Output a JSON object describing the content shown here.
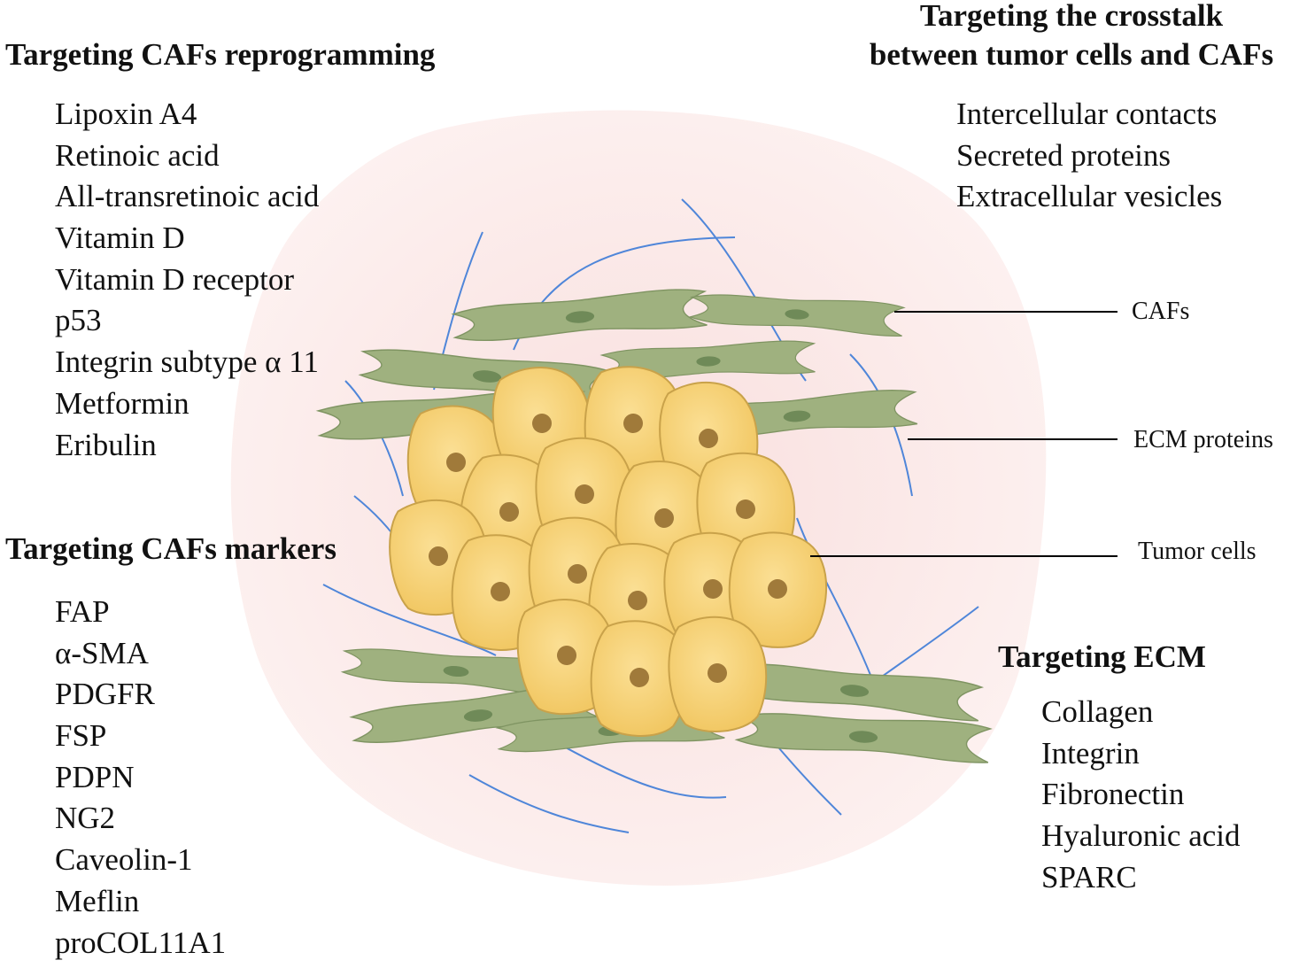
{
  "reprogramming": {
    "title": "Targeting CAFs reprogramming",
    "items": [
      "Lipoxin A4",
      "Retinoic acid",
      "All-transretinoic acid",
      "Vitamin D",
      "Vitamin D receptor",
      "p53",
      "Integrin subtype α 11",
      "Metformin",
      "Eribulin"
    ]
  },
  "markers": {
    "title": "Targeting CAFs markers",
    "items": [
      "FAP",
      "α-SMA",
      "PDGFR",
      "FSP",
      "PDPN",
      "NG2",
      "Caveolin-1",
      "Meflin",
      "proCOL11A1"
    ]
  },
  "crosstalk": {
    "title_line1": "Targeting the crosstalk",
    "title_line2": "between tumor cells and CAFs",
    "items": [
      "Intercellular contacts",
      "Secreted proteins",
      "Extracellular vesicles"
    ]
  },
  "ecm": {
    "title": "Targeting ECM",
    "items": [
      "Collagen",
      "Integrin",
      "Fibronectin",
      "Hyaluronic acid",
      "SPARC"
    ]
  },
  "callouts": {
    "cafs": "CAFs",
    "ecm_proteins": "ECM proteins",
    "tumor_cells": "Tumor cells"
  },
  "colors": {
    "stroma_background": "#fbe9e8",
    "caf_fill": "#9fb17f",
    "caf_nucleus": "#6f8a58",
    "tumor_fill": "#f6d178",
    "tumor_nucleus": "#a07a3a",
    "fiber": "#4f86d9"
  }
}
